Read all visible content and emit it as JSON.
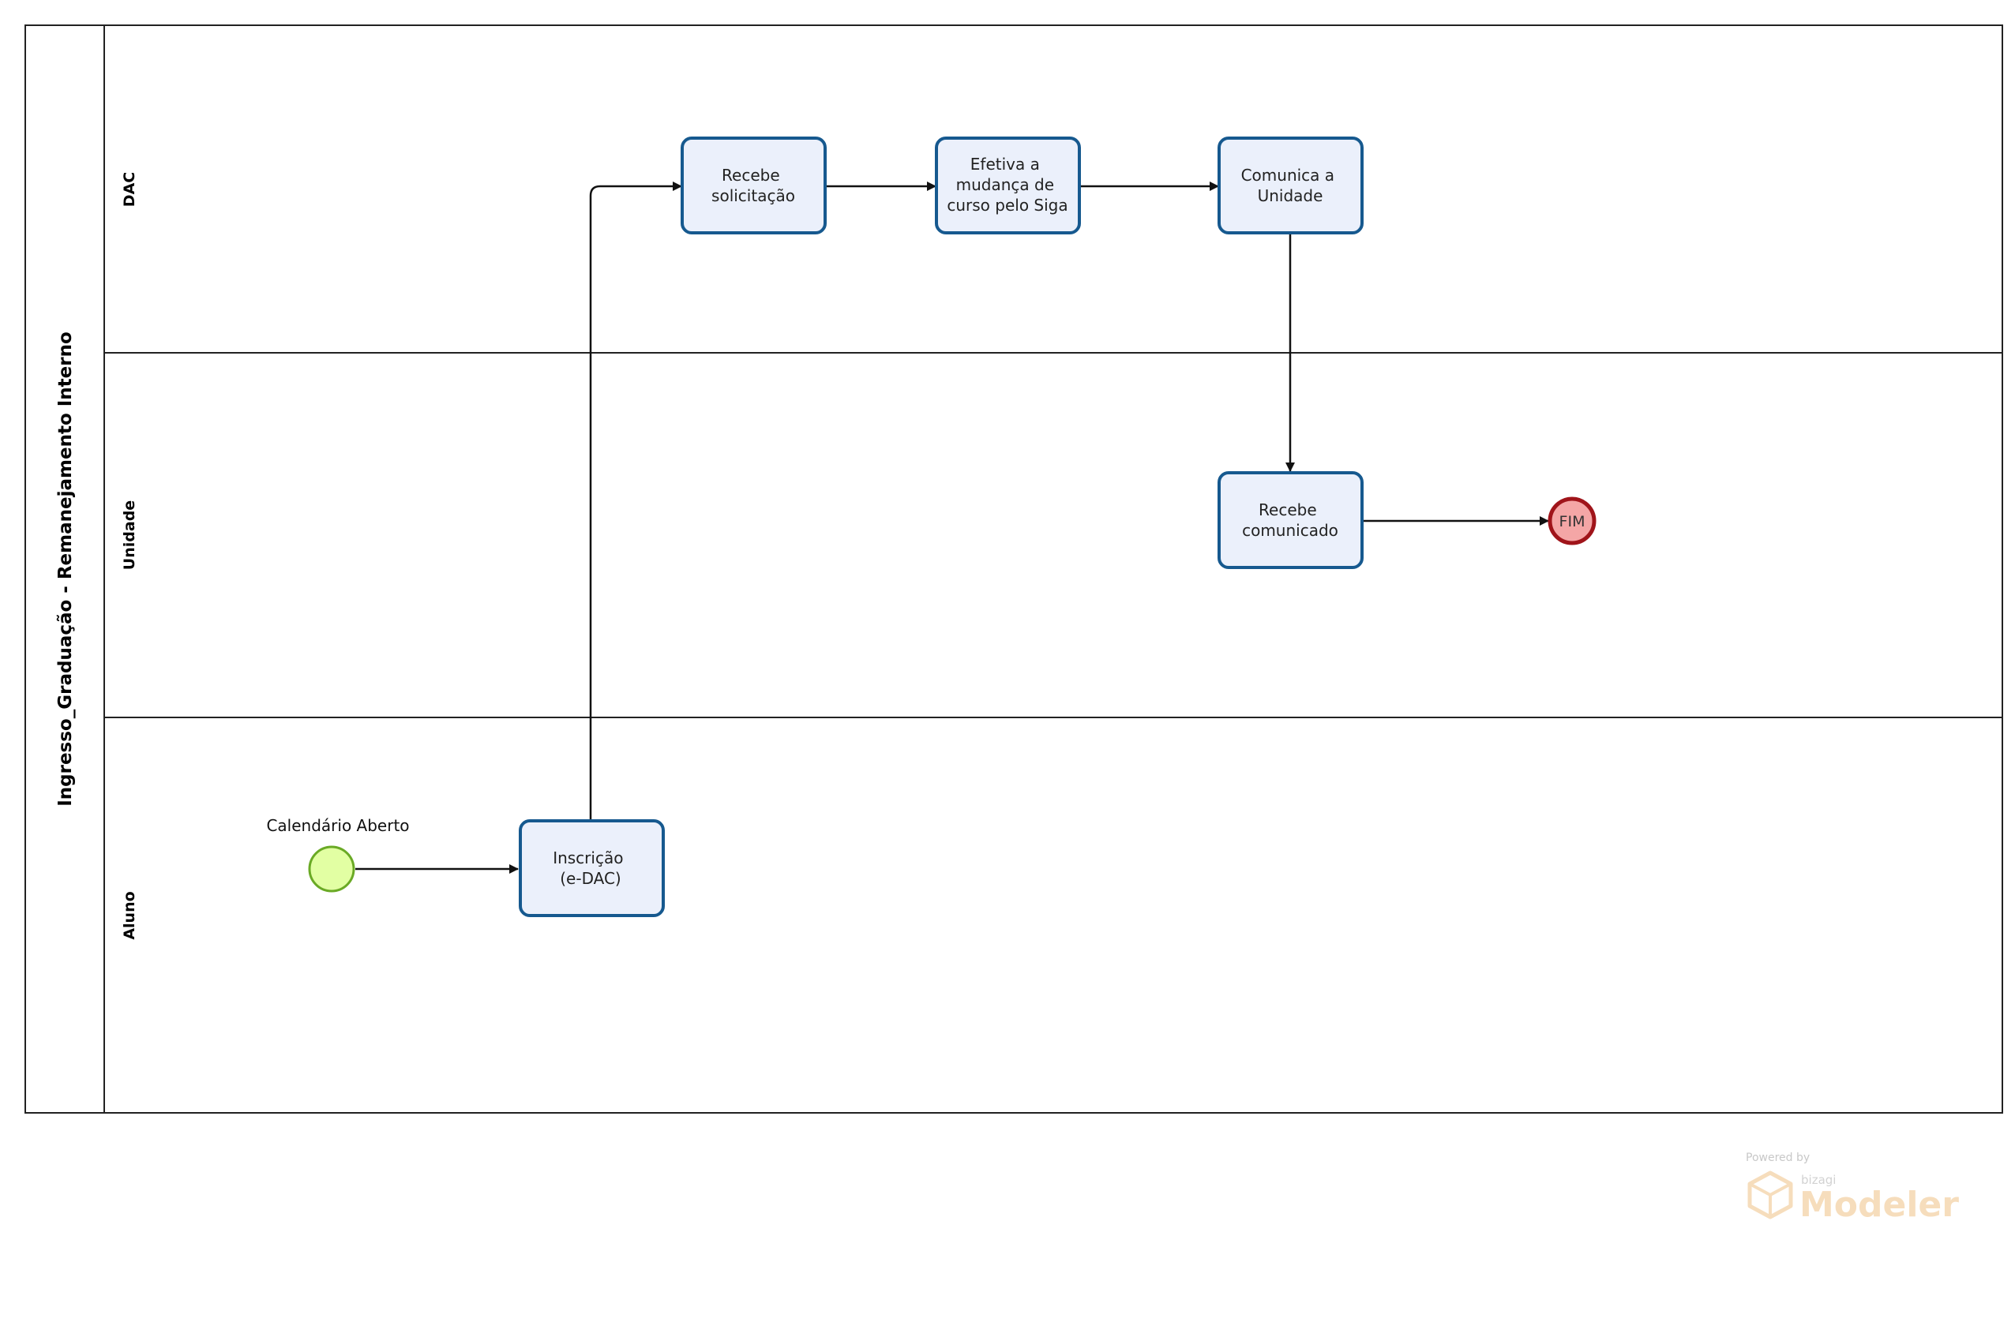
{
  "pool": {
    "title": "Ingresso_Graduação - Remanejamento Interno"
  },
  "lanes": [
    {
      "id": "dac",
      "label": "DAC"
    },
    {
      "id": "unidade",
      "label": "Unidade"
    },
    {
      "id": "aluno",
      "label": "Aluno"
    }
  ],
  "start_event": {
    "label": "Calendário Aberto"
  },
  "end_event": {
    "label": "FIM"
  },
  "tasks": [
    {
      "id": "inscricao",
      "lines": [
        "Inscrição",
        "(e-DAC)"
      ]
    },
    {
      "id": "recebe-solicitacao",
      "lines": [
        "Recebe",
        "solicitação"
      ]
    },
    {
      "id": "efetiva-mudanca",
      "lines": [
        "Efetiva a",
        "mudança de",
        "curso pelo Siga"
      ]
    },
    {
      "id": "comunica-unidade",
      "lines": [
        "Comunica a",
        "Unidade"
      ]
    },
    {
      "id": "recebe-comunicado",
      "lines": [
        "Recebe",
        "comunicado"
      ]
    }
  ],
  "watermark": {
    "powered_by": "Powered by",
    "brand": "bizagi",
    "product": "Modeler"
  },
  "colors": {
    "task_fill": "#ebf0fb",
    "task_border": "#16598f",
    "start_fill": "#e2ffa3",
    "start_border": "#6aaa25",
    "end_fill": "#f4a6a6",
    "end_border": "#a0141a",
    "watermark_accent": "#f6ddbc"
  }
}
